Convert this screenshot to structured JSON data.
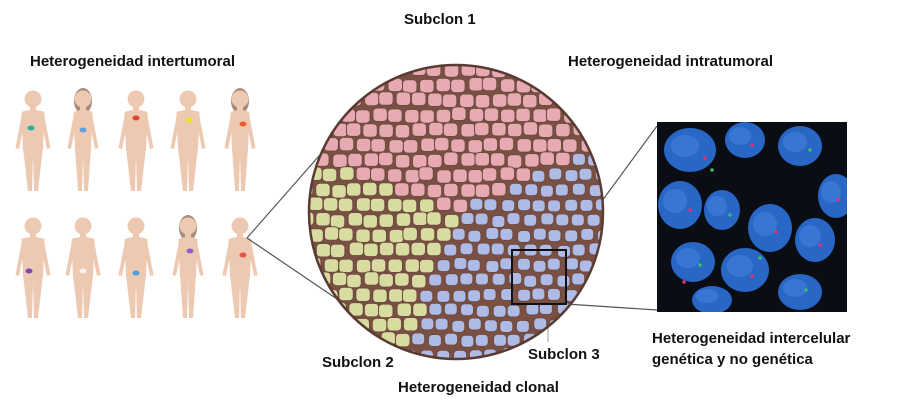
{
  "labels": {
    "inter": "Heterogeneidad intertumoral",
    "intra": "Heterogeneidad intratumoral",
    "subclon1": "Subclon 1",
    "subclon2": "Subclon 2",
    "subclon3": "Subclon 3",
    "clonal": "Heterogeneidad clonal",
    "intercelular_line1": "Heterogeneidad intercelular",
    "intercelular_line2": "genética y no genética"
  },
  "colors": {
    "skin": "#eec9b2",
    "subclon1_fill": "#e8aab2",
    "subclon2_fill": "#d8dca0",
    "subclon3_fill": "#adbbe6",
    "cell_border": "#6e4a3e",
    "tumor_border": "#5a3b32",
    "micro_bg": "#0a0d14",
    "micro_nucleus": "#2b6fd6"
  },
  "figures": [
    {
      "row": 0,
      "col": 0,
      "female": false,
      "tumor_color": "#20b2a5"
    },
    {
      "row": 0,
      "col": 1,
      "female": true,
      "tumor_color": "#5ba0e0"
    },
    {
      "row": 0,
      "col": 2,
      "female": false,
      "tumor_color": "#e2412a"
    },
    {
      "row": 0,
      "col": 3,
      "female": false,
      "tumor_color": "#ece225"
    },
    {
      "row": 0,
      "col": 4,
      "female": true,
      "tumor_color": "#ee5a2c"
    },
    {
      "row": 1,
      "col": 0,
      "female": false,
      "tumor_color": "#7a47b5"
    },
    {
      "row": 1,
      "col": 1,
      "female": false,
      "tumor_color": "#f2f2f2"
    },
    {
      "row": 1,
      "col": 2,
      "female": false,
      "tumor_color": "#4aa2e6"
    },
    {
      "row": 1,
      "col": 3,
      "female": true,
      "tumor_color": "#9060c8"
    },
    {
      "row": 1,
      "col": 4,
      "female": false,
      "tumor_color": "#e8504a"
    }
  ]
}
